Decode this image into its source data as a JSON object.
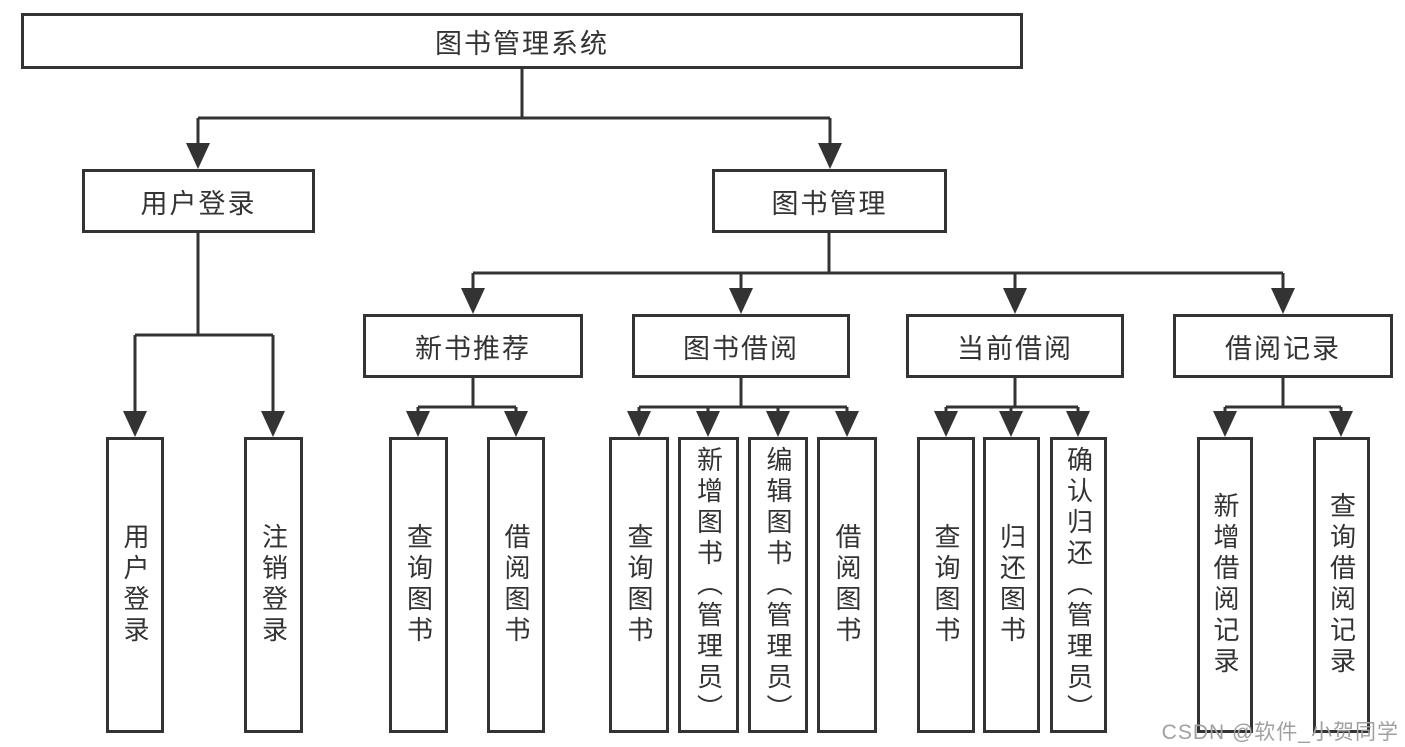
{
  "diagram": {
    "title": "图书管理系统",
    "branches": {
      "user_login": {
        "label": "用户登录",
        "children": [
          "用户登录",
          "注销登录"
        ]
      },
      "book_management": {
        "label": "图书管理",
        "sections": {
          "new_book_recommend": {
            "label": "新书推荐",
            "children": [
              "查询图书",
              "借阅图书"
            ]
          },
          "book_borrowing": {
            "label": "图书借阅",
            "children": [
              "查询图书",
              "新增图书（管理员）",
              "编辑图书（管理员）",
              "借阅图书"
            ]
          },
          "current_borrowing": {
            "label": "当前借阅",
            "children": [
              "查询图书",
              "归还图书",
              "确认归还（管理员）"
            ]
          },
          "borrowing_records": {
            "label": "借阅记录",
            "children": [
              "新增借阅记录",
              "查询借阅记录"
            ]
          }
        }
      }
    }
  },
  "watermark": {
    "text": "CSDN @软件_小贺同学"
  },
  "colors": {
    "line": "#333333",
    "box_background": "#ffffff",
    "text": "#333333",
    "watermark": "#a0a0a0"
  }
}
